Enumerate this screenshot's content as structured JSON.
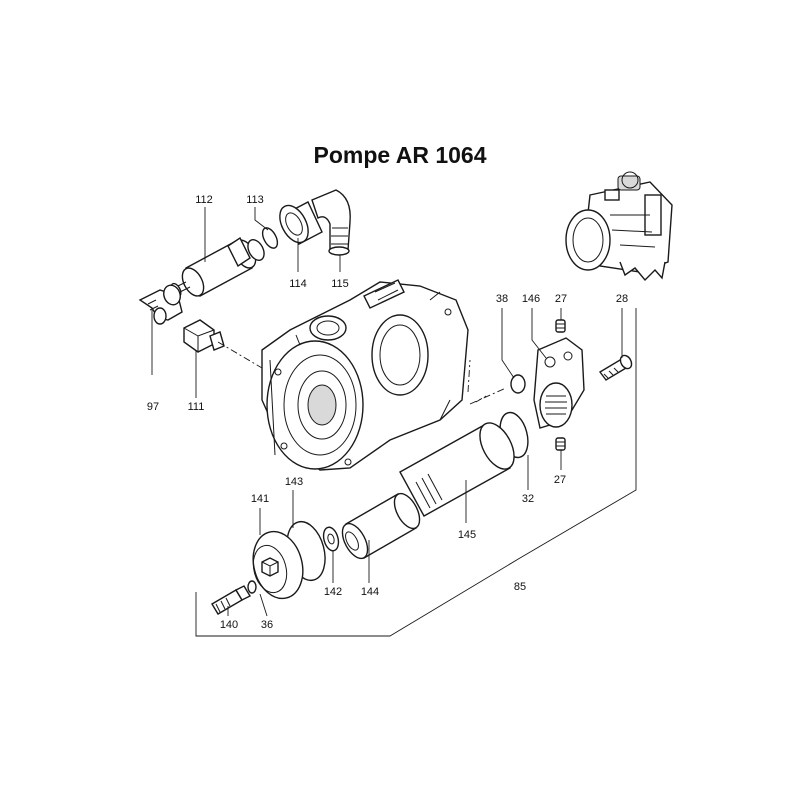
{
  "title": "Pompe AR 1064",
  "callouts": {
    "p112": "112",
    "p113": "113",
    "p114": "114",
    "p115": "115",
    "p97": "97",
    "p111": "111",
    "p38": "38",
    "p146": "146",
    "p27a": "27",
    "p28": "28",
    "p32": "32",
    "p27b": "27",
    "p143": "143",
    "p141": "141",
    "p145": "145",
    "p142": "142",
    "p144": "144",
    "p140": "140",
    "p36": "36",
    "p85": "85"
  }
}
